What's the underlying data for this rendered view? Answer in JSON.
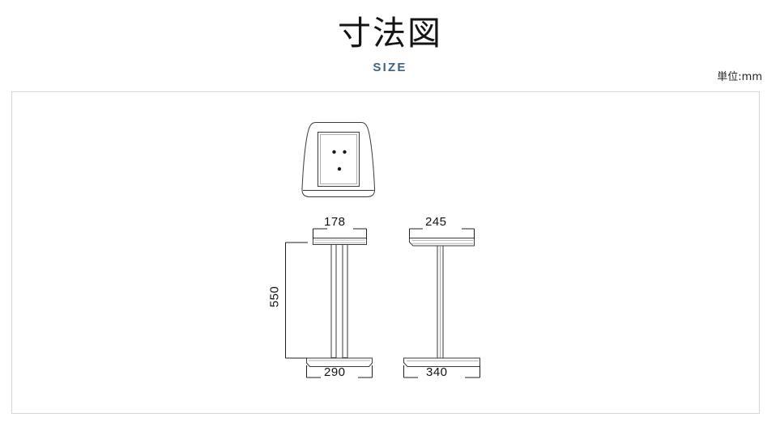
{
  "header": {
    "title": "寸法図",
    "subtitle": "SIZE",
    "unit_note": "単位:mm"
  },
  "drawing": {
    "name": "speaker-stand-dimension-drawing",
    "views": [
      {
        "id": "top-view",
        "label": "top view"
      },
      {
        "id": "front-view",
        "label": "front view"
      },
      {
        "id": "side-view",
        "label": "side view"
      }
    ]
  },
  "dimensions": {
    "front_top_width": "178",
    "side_top_width": "245",
    "height": "550",
    "front_base_width": "290",
    "side_base_width": "340"
  },
  "colors": {
    "title": "#141414",
    "subtitle": "#3f6282",
    "frame_border": "#d6d6d6",
    "line": "#2b2b2b",
    "dimension_line": "#1f1f1f",
    "fill": "#ffffff",
    "background": "#ffffff"
  }
}
